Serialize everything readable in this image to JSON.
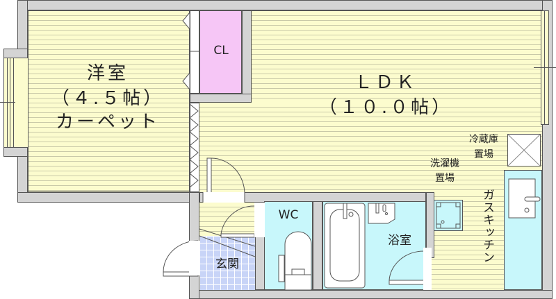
{
  "floorplan": {
    "rooms": {
      "western_room": {
        "name": "洋室",
        "size": "（４.５帖）",
        "flooring": "カーペット"
      },
      "ldk": {
        "name": "ＬＤＫ",
        "size": "（１０.０帖）"
      },
      "closet": {
        "name": "CL"
      },
      "wc": {
        "name": "WC"
      },
      "bathroom": {
        "name": "浴室"
      },
      "entrance": {
        "name": "玄関"
      },
      "kitchen": {
        "name": "ガスキッチン"
      }
    },
    "fixtures": {
      "fridge_space": {
        "line1": "冷蔵庫",
        "line2": "置場"
      },
      "washer_space": {
        "line1": "洗濯機",
        "line2": "置場"
      }
    },
    "colors": {
      "wall": "#d4d4d4",
      "floor": "#fcfcce",
      "wet_area": "#c8f7fb",
      "entrance_tile": "#c8d4f7",
      "closet": "#f6c6f6"
    }
  }
}
